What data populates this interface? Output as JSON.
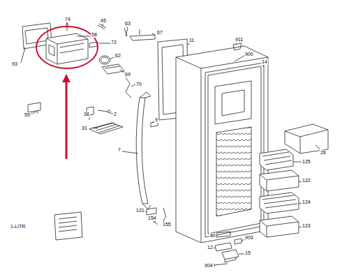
{
  "diagram": {
    "labels": [
      "74",
      "45",
      "63",
      "67",
      "58",
      "72",
      "11",
      "911",
      "93",
      "62",
      "69",
      "900",
      "14",
      "70",
      "55",
      "36",
      "2",
      "9",
      "31",
      "26",
      "7",
      "125",
      "122",
      "124",
      "123",
      "121",
      "154",
      "155",
      "80",
      "903",
      "12",
      "15",
      "904",
      "1-LITR."
    ]
  }
}
